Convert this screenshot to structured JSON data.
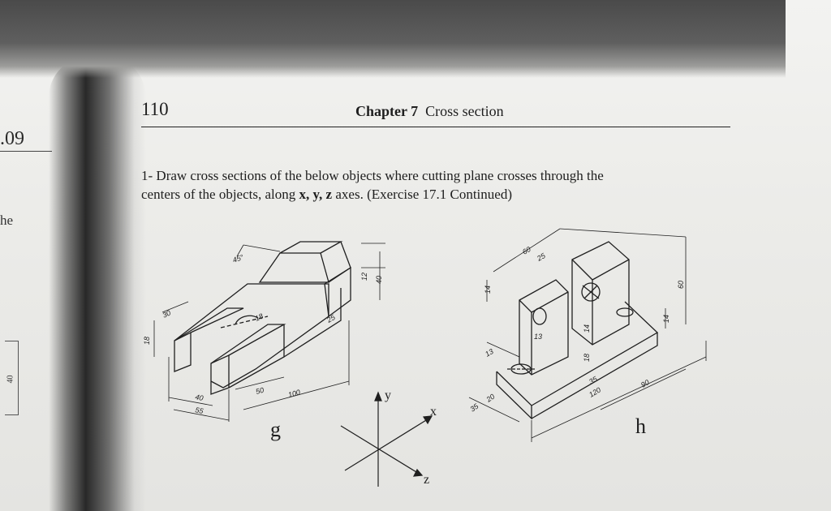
{
  "left_page": {
    "page_number": ".09",
    "fragment_text": "he",
    "box_label": "40"
  },
  "header": {
    "page_number": "110",
    "chapter_label": "Chapter 7",
    "chapter_title": "Cross section"
  },
  "exercise": {
    "line1": "1- Draw cross sections of the below objects where cutting plane crosses through the",
    "line2_start": "centers of the objects, along ",
    "axes": "x, y, z",
    "line2_end": "  axes. (Exercise 17.1 Continued)"
  },
  "figure_g": {
    "label": "g",
    "dimensions": [
      "45°",
      "12",
      "40",
      "30",
      "18",
      "18",
      "25",
      "40",
      "55",
      "50",
      "100"
    ]
  },
  "figure_h": {
    "label": "h",
    "dimensions": [
      "60",
      "25",
      "14",
      "13",
      "13",
      "18",
      "14",
      "35",
      "20",
      "35",
      "120",
      "90",
      "14",
      "60"
    ]
  },
  "axes_diagram": {
    "x": "x",
    "y": "y",
    "z": "z"
  }
}
